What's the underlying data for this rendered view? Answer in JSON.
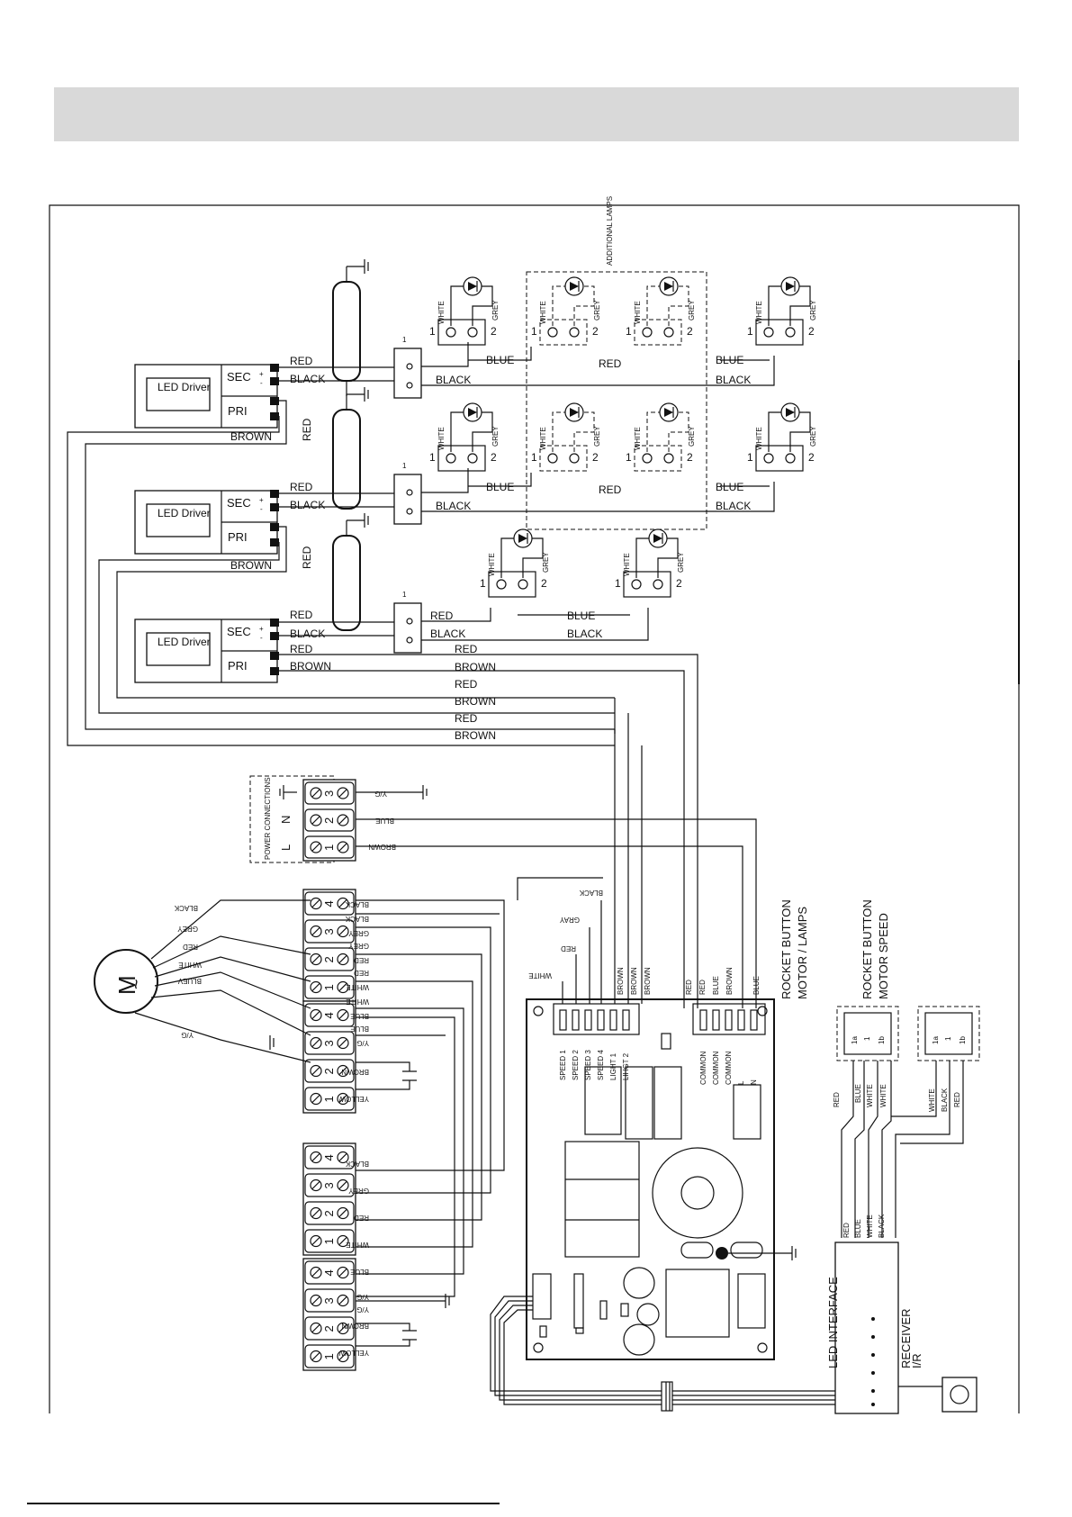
{
  "led_driver": {
    "name": "LED Driver",
    "sec": "SEC",
    "pri": "PRI",
    "plus": "+",
    "minus": "-"
  },
  "wires": {
    "red": "RED",
    "black": "BLACK",
    "brown": "BROWN",
    "blue": "BLUE",
    "white": "WHITE",
    "grey": "GREY",
    "gray": "GRAY",
    "yellow": "YELLOW",
    "yg": "Y/G",
    "bluev": "BLUEV"
  },
  "additional_lamps": "ADDITIONAL LAMPS",
  "power_connections": {
    "title": "POWER CONNECTIONS",
    "l": "L",
    "n": "N"
  },
  "motor": "M",
  "motor_tilde": "~",
  "pcb_pins_left": [
    "SPEED 1",
    "SPEED 2",
    "SPEED 3",
    "SPEED 4",
    "LIGHT 1",
    "LIHGT 2"
  ],
  "pcb_pins_right": [
    "COMMON",
    "COMMON",
    "COMMON",
    "L",
    "N"
  ],
  "rocket_lamps": {
    "title": "ROCKET BUTTON",
    "sub": "MOTOR / LAMPS",
    "pins": [
      "1a",
      "1",
      "1b"
    ]
  },
  "rocket_speed": {
    "title": "ROCKET BUTTON",
    "sub": "MOTOR SPEED",
    "pins": [
      "1a",
      "1",
      "1b"
    ]
  },
  "led_interface": "LED INTERFACE",
  "ir_receiver": {
    "l1": "I/R",
    "l2": "RECEIVER"
  },
  "terminal_numbers": [
    "1",
    "2",
    "3",
    "4"
  ],
  "socket_numbers": [
    "1",
    "2"
  ]
}
